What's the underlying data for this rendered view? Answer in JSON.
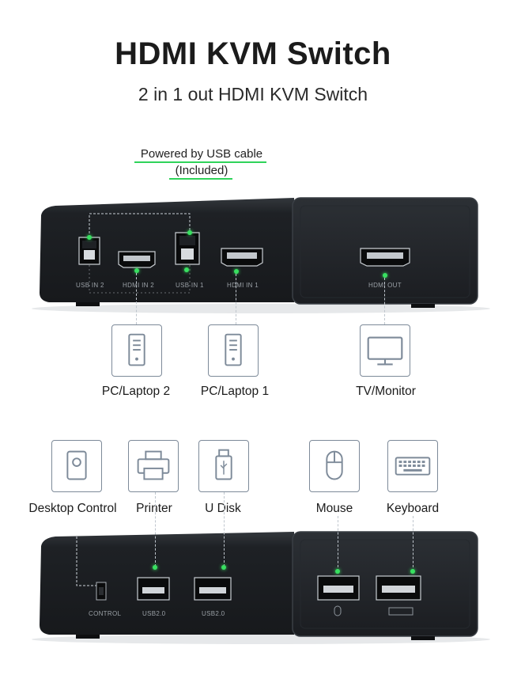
{
  "header": {
    "title": "HDMI KVM Switch",
    "subtitle": "2 in 1 out HDMI KVM Switch"
  },
  "power_note": {
    "line1": "Powered by USB cable",
    "line2": "(Included)"
  },
  "top_device": {
    "ports": {
      "usb_in_2": "USB IN 2",
      "hdmi_in_2": "HDMI IN 2",
      "usb_in_1": "USB IN 1",
      "hdmi_in_1": "HDMI IN 1",
      "hdmi_out": "HDMI OUT"
    }
  },
  "sources": {
    "pc2": "PC/Laptop 2",
    "pc1": "PC/Laptop 1",
    "tv": "TV/Monitor"
  },
  "peripherals": {
    "desktop_control": "Desktop Control",
    "printer": "Printer",
    "udisk": "U Disk",
    "mouse": "Mouse",
    "keyboard": "Keyboard"
  },
  "bottom_device": {
    "ports": {
      "control": "CONTROL",
      "usb2_a": "USB2.0",
      "usb2_b": "USB2.0"
    }
  },
  "colors": {
    "accent_green": "#38e060",
    "device_body": "#1f2226",
    "icon_stroke": "#7d8a99"
  },
  "icons": [
    "pc-tower-icon",
    "monitor-icon",
    "desktop-control-icon",
    "printer-icon",
    "usb-disk-icon",
    "mouse-icon",
    "keyboard-icon"
  ]
}
